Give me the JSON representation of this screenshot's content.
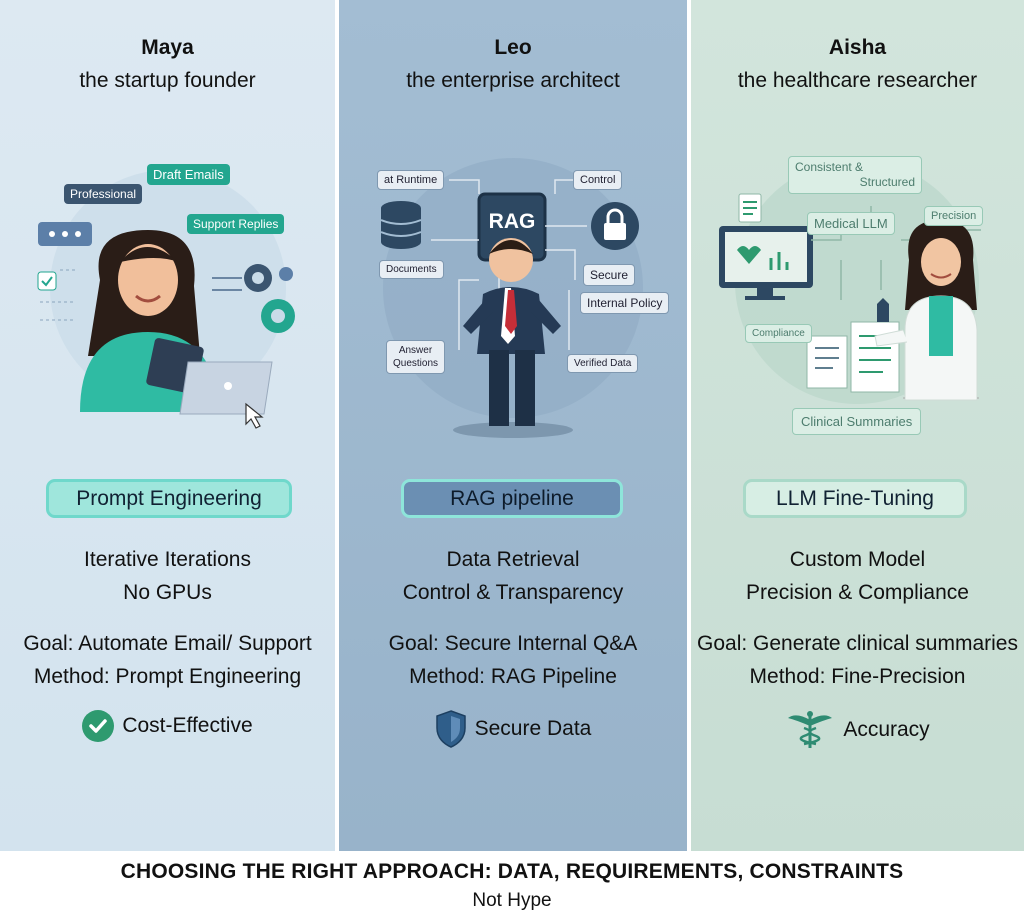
{
  "columns": [
    {
      "name": "Maya",
      "role": "the startup founder",
      "pill": "Prompt Engineering",
      "lines": [
        "Iterative Iterations",
        "No GPUs",
        "Goal: Automate Email/ Support",
        "Method: Prompt Engineering"
      ],
      "badge": "Cost-Effective",
      "badge_icon": "check-circle-icon",
      "tags": [
        "Professional",
        "Draft Emails",
        "Support Replies"
      ]
    },
    {
      "name": "Leo",
      "role": "the enterprise architect",
      "pill": "RAG pipeline",
      "lines": [
        "Data Retrieval",
        "Control & Transparency",
        "Goal: Secure Internal Q&A",
        "Method: RAG Pipeline"
      ],
      "badge": "Secure Data",
      "badge_icon": "shield-icon",
      "chip_label": "RAG",
      "tags": [
        "at Runtime",
        "Control",
        "Documents",
        "Secure",
        "Internal Policy",
        "Answer",
        "Questions",
        "Verified Data"
      ]
    },
    {
      "name": "Aisha",
      "role": "the healthcare researcher",
      "pill": "LLM Fine-Tuning",
      "lines": [
        "Custom Model",
        "Precision & Compliance",
        "Goal: Generate clinical summaries",
        "Method: Fine-Precision"
      ],
      "badge": "Accuracy",
      "badge_icon": "caduceus-icon",
      "tags": [
        "Consistent &",
        "Structured",
        "Medical LLM",
        "Precision",
        "Compliance",
        "Clinical Summaries"
      ]
    }
  ],
  "footer": {
    "title": "CHOOSING THE RIGHT APPROACH: DATA, REQUIREMENTS, CONSTRAINTS",
    "subtitle": "Not Hype"
  },
  "colors": {
    "maya_bg": "#d3e3ee",
    "leo_bg": "#98b3ca",
    "aisha_bg": "#c7ddd3",
    "teal_accent": "#23a68f",
    "shield_blue": "#2f5e8a",
    "caduceus_green": "#2e8b72"
  }
}
